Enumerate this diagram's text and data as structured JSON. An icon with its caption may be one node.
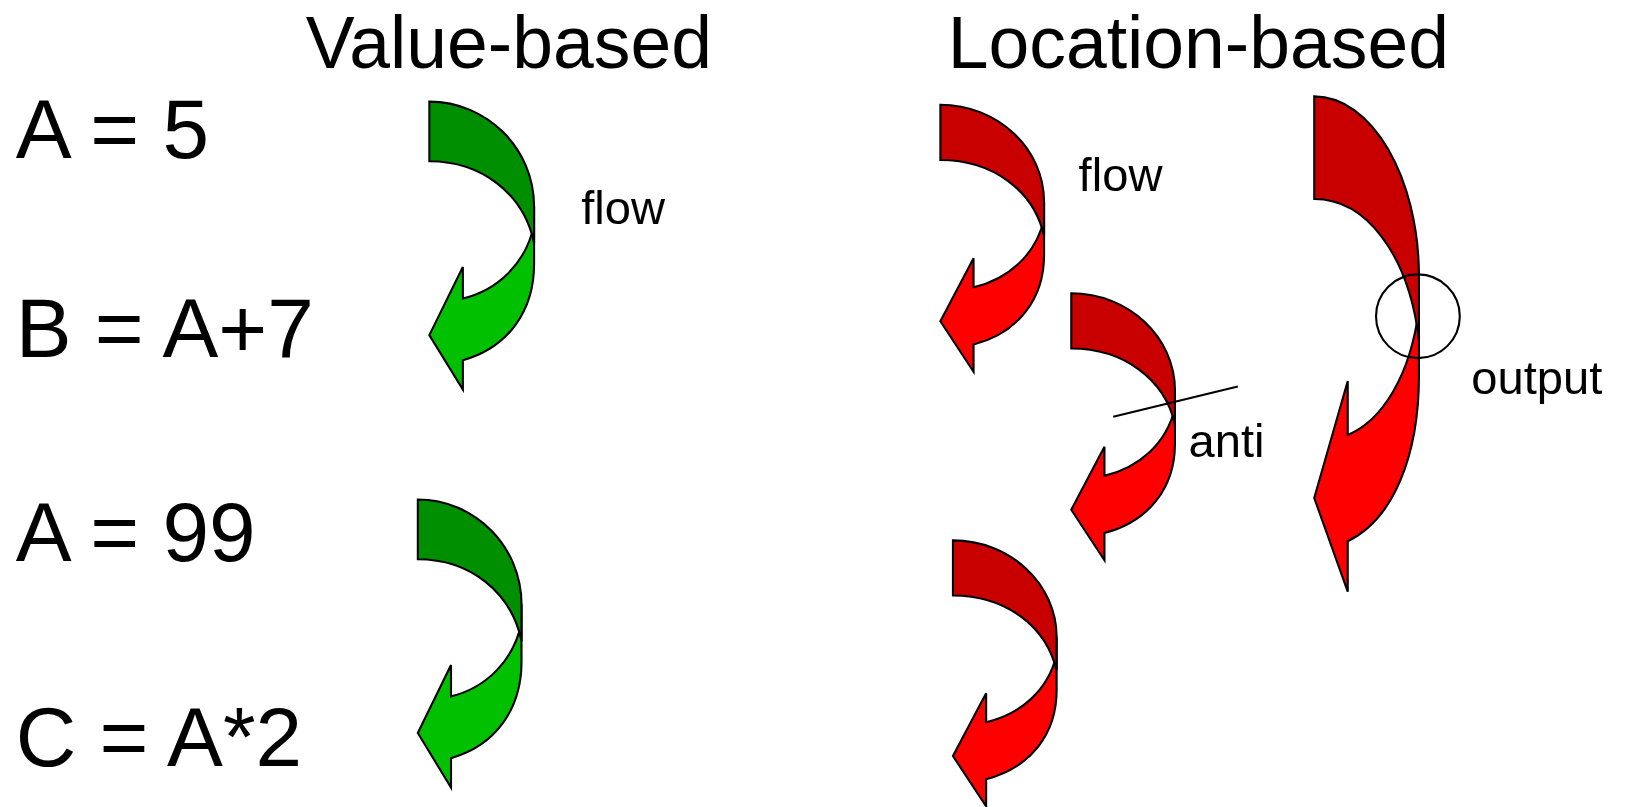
{
  "diagram": {
    "labels": [
      "Value-based",
      "Location-based",
      "A = 5",
      "flow",
      "flow",
      "B = A+7",
      "output",
      "anti",
      "A = 99",
      "C = A*2"
    ]
  }
}
